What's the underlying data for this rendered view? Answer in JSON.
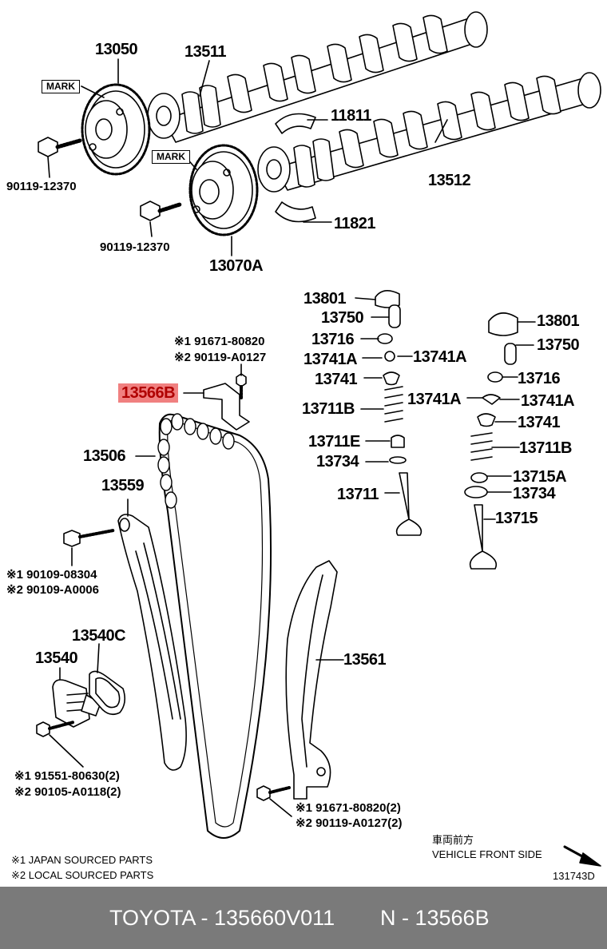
{
  "labels": {
    "p13050": "13050",
    "p13511": "13511",
    "mark1": "MARK",
    "mark2": "MARK",
    "p11811": "11811",
    "p13512": "13512",
    "bolt1": "90119-12370",
    "bolt2": "90119-12370",
    "p11821": "11821",
    "p13070A": "13070A",
    "l13801a": "13801",
    "l13750a": "13750",
    "l13716a": "13716",
    "l13741Aa": "13741A",
    "l13741Ab": "13741A",
    "l13741a": "13741",
    "l13711Ba": "13711B",
    "l13711E": "13711E",
    "l13734a": "13734",
    "l13711": "13711",
    "r13801": "13801",
    "r13750": "13750",
    "r13716": "13716",
    "r13741Aa": "13741A",
    "r13741Ab": "13741A",
    "r13741": "13741",
    "r13711B": "13711B",
    "r13715A": "13715A",
    "r13734": "13734",
    "r13715": "13715",
    "g1": "※1 91671-80820",
    "g2": "※2 90119-A0127",
    "p13566B": "13566B",
    "p13506": "13506",
    "p13559": "13559",
    "b1": "※1 90109-08304",
    "b2": "※2 90109-A0006",
    "p13540C": "13540C",
    "p13540": "13540",
    "p13561": "13561",
    "c1": "※1 91551-80630(2)",
    "c2": "※2 90105-A0118(2)",
    "d1": "※1 91671-80820(2)",
    "d2": "※2 90119-A0127(2)",
    "front_jp": "車両前方",
    "front_en": "VEHICLE FRONT SIDE",
    "note1": "※1 JAPAN SOURCED PARTS",
    "note2": "※2 LOCAL SOURCED PARTS",
    "drawing_no": "131743D"
  },
  "footer": {
    "brand": "TOYOTA - 135660V011",
    "part": "N - 13566B"
  },
  "colors": {
    "highlight": "#f08080",
    "highlight_text": "#b00000",
    "footer_bg": "#7a7a7a"
  }
}
